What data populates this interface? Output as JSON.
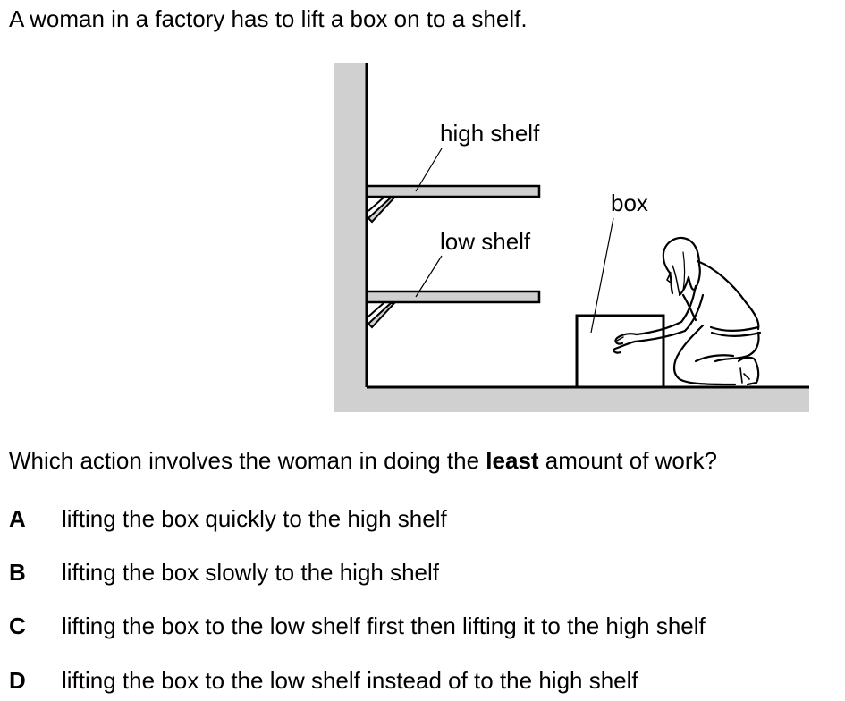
{
  "intro": "A woman in a factory has to lift a box on to a shelf.",
  "diagram": {
    "labels": {
      "high_shelf": "high shelf",
      "low_shelf": "low shelf",
      "box": "box"
    },
    "colors": {
      "wall_fill": "#d0d0d0",
      "shelf_fill": "#d0d0d0",
      "stroke": "#000000"
    }
  },
  "question": {
    "before": "Which action involves the woman in doing the ",
    "emphasis": "least",
    "after": " amount of work?"
  },
  "options": [
    {
      "letter": "A",
      "text": "lifting the box quickly to the high shelf"
    },
    {
      "letter": "B",
      "text": "lifting the box slowly to the high shelf"
    },
    {
      "letter": "C",
      "text": "lifting the box to the low shelf first then lifting it to the high shelf"
    },
    {
      "letter": "D",
      "text": "lifting the box to the low shelf instead of to the high shelf"
    }
  ]
}
